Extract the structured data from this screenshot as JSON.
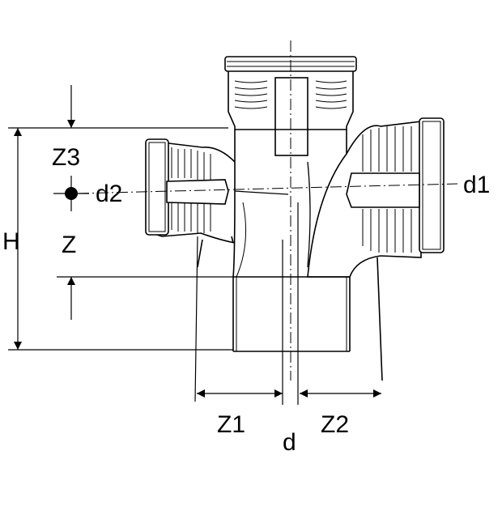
{
  "labels": {
    "z3": "Z3",
    "d2": "d2",
    "d1": "d1",
    "h": "H",
    "z": "Z",
    "z1": "Z1",
    "d": "d",
    "z2": "Z2"
  }
}
